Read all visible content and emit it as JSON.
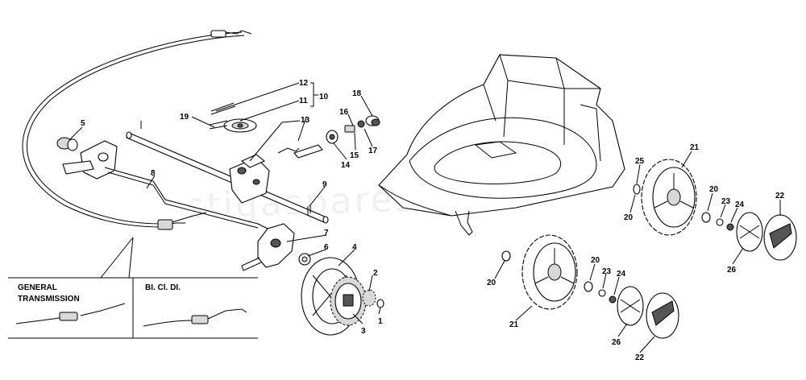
{
  "diagram": {
    "watermark": "stigaspares.co.uk",
    "insets": {
      "left_title_line1": "GENERAL",
      "left_title_line2": "TRANSMISSION",
      "right_title": "BI. Cl. DI."
    },
    "callouts": [
      {
        "id": "c12",
        "label": "12"
      },
      {
        "id": "c10",
        "label": "10"
      },
      {
        "id": "c11",
        "label": "11"
      },
      {
        "id": "c19",
        "label": "19"
      },
      {
        "id": "c13",
        "label": "13"
      },
      {
        "id": "c18",
        "label": "18"
      },
      {
        "id": "c16",
        "label": "16"
      },
      {
        "id": "c15",
        "label": "15"
      },
      {
        "id": "c17",
        "label": "17"
      },
      {
        "id": "c14",
        "label": "14"
      },
      {
        "id": "c5",
        "label": "5"
      },
      {
        "id": "c8",
        "label": "8"
      },
      {
        "id": "c9",
        "label": "9"
      },
      {
        "id": "c7",
        "label": "7"
      },
      {
        "id": "c6",
        "label": "6"
      },
      {
        "id": "c4",
        "label": "4"
      },
      {
        "id": "c2",
        "label": "2"
      },
      {
        "id": "c1",
        "label": "1"
      },
      {
        "id": "c3",
        "label": "3"
      },
      {
        "id": "c25",
        "label": "25"
      },
      {
        "id": "c21a",
        "label": "21"
      },
      {
        "id": "c20a",
        "label": "20"
      },
      {
        "id": "c20b",
        "label": "20"
      },
      {
        "id": "c23a",
        "label": "23"
      },
      {
        "id": "c24a",
        "label": "24"
      },
      {
        "id": "c22a",
        "label": "22"
      },
      {
        "id": "c26a",
        "label": "26"
      },
      {
        "id": "c20c",
        "label": "20"
      },
      {
        "id": "c21b",
        "label": "21"
      },
      {
        "id": "c20d",
        "label": "20"
      },
      {
        "id": "c23b",
        "label": "23"
      },
      {
        "id": "c24b",
        "label": "24"
      },
      {
        "id": "c26b",
        "label": "26"
      },
      {
        "id": "c22b",
        "label": "22"
      }
    ]
  }
}
